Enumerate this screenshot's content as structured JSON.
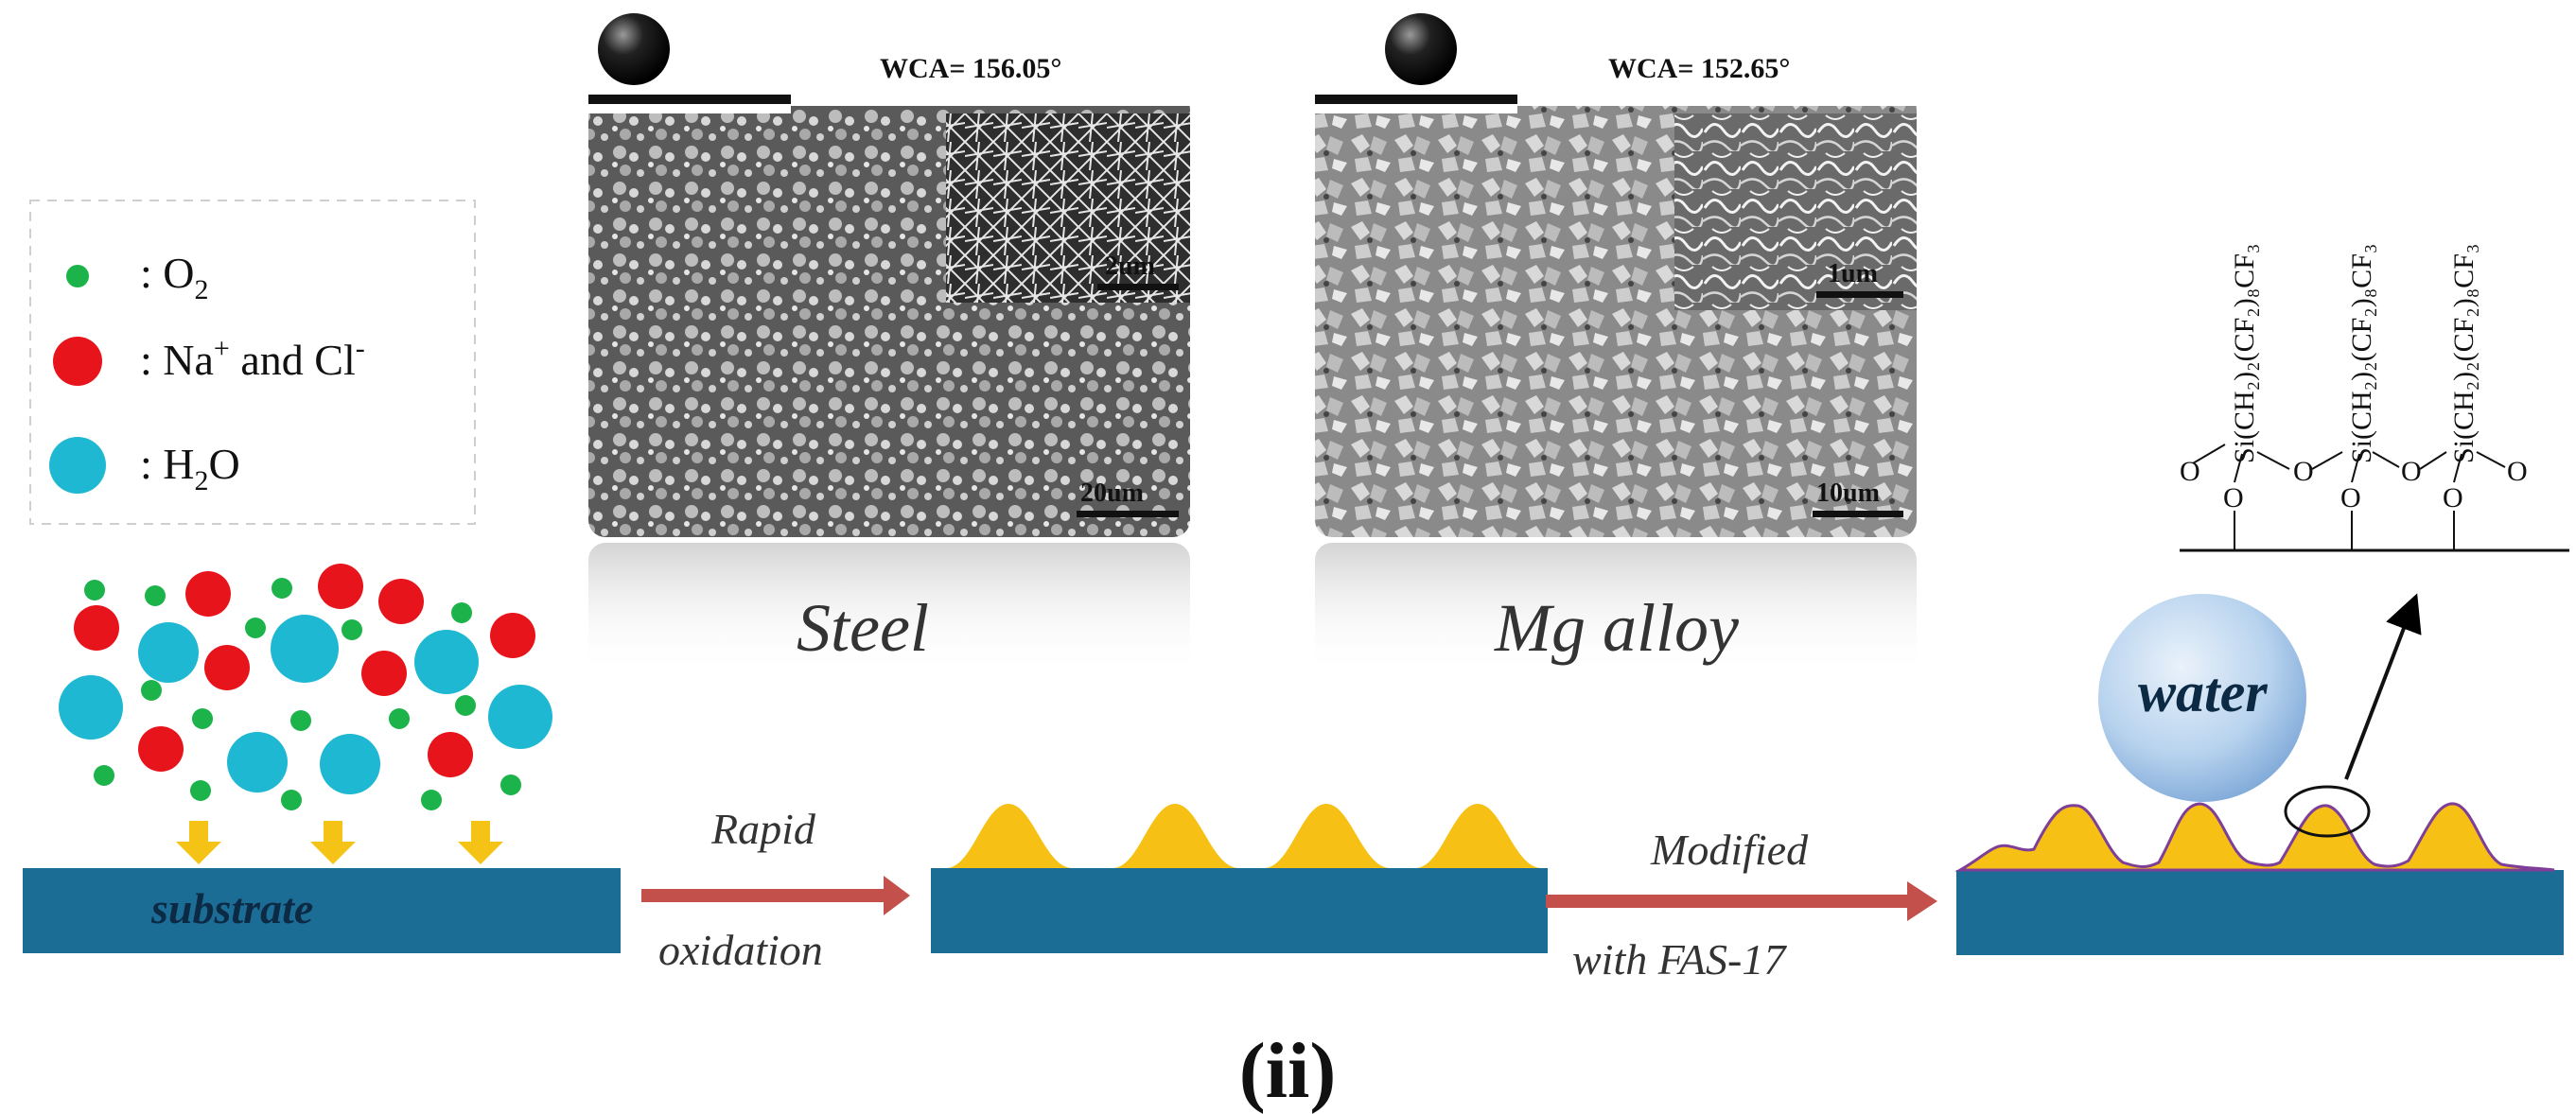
{
  "legend": {
    "items": [
      {
        "symbol": "small-green-dot",
        "color": "#1bb34a",
        "label": ": O",
        "sub": "2",
        "sup": "",
        "suffix": ""
      },
      {
        "symbol": "red-dot",
        "color": "#e8141c",
        "label": ": Na",
        "sup": "+",
        "mid": " and Cl",
        "sup2": "-"
      },
      {
        "symbol": "cyan-dot",
        "color": "#1fb8d3",
        "label": ": H",
        "sub": "2",
        "suffix": "O"
      }
    ]
  },
  "sem_images": [
    {
      "wca": "WCA= 156.05°",
      "inset_scale": "2um",
      "main_scale": "20um",
      "caption": "Steel"
    },
    {
      "wca": "WCA= 152.65°",
      "inset_scale": "1um",
      "main_scale": "10um",
      "caption": "Mg alloy"
    }
  ],
  "process": {
    "substrate_label": "substrate",
    "step1": {
      "line1": "Rapid",
      "line2": "oxidation"
    },
    "step2": {
      "line1": "Modified",
      "line2": "with  FAS-17"
    },
    "water_label": "water"
  },
  "molecule": {
    "chain_text": "Si(CH₂)₂(CF₂)₈CF₃",
    "atom_O": "O",
    "atom_Si": "Si"
  },
  "figure_label": "(ii)",
  "colors": {
    "substrate": "#1c6d96",
    "bump": "#f6c114",
    "arrow": "#c4504c",
    "down_arrow": "#f5c316",
    "modified_edge": "#7f3f98"
  }
}
